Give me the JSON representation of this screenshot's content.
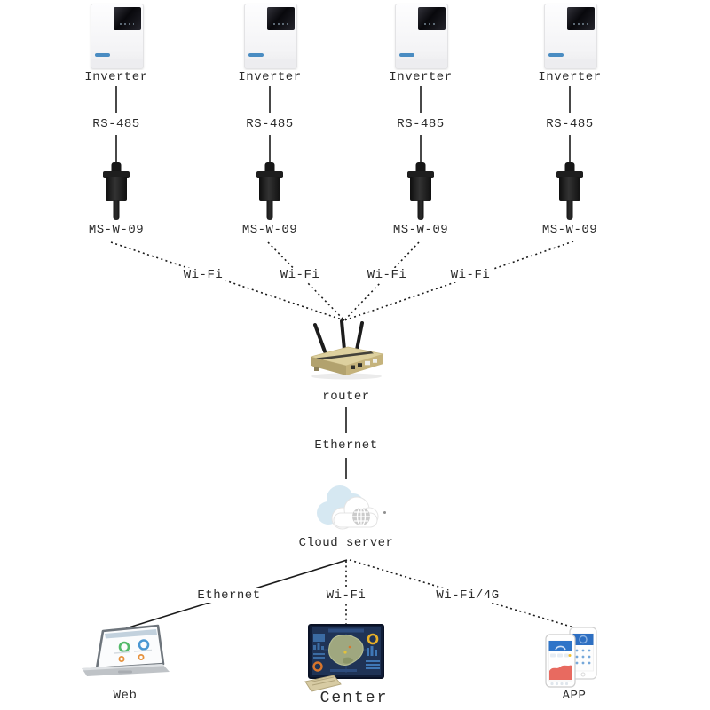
{
  "columns": [
    {
      "device": "Inverter",
      "bus": "RS-485",
      "adapter": "MS-W-09",
      "link": "Wi-Fi"
    },
    {
      "device": "Inverter",
      "bus": "RS-485",
      "adapter": "MS-W-09",
      "link": "Wi-Fi"
    },
    {
      "device": "Inverter",
      "bus": "RS-485",
      "adapter": "MS-W-09",
      "link": "Wi-Fi"
    },
    {
      "device": "Inverter",
      "bus": "RS-485",
      "adapter": "MS-W-09",
      "link": "Wi-Fi"
    }
  ],
  "hub": {
    "router_label": "router",
    "uplink_label": "Ethernet",
    "cloud_label": "Cloud server"
  },
  "clients": [
    {
      "link": "Ethernet",
      "label": "Web"
    },
    {
      "link": "Wi-Fi",
      "label": "Center"
    },
    {
      "link": "Wi-Fi/4G",
      "label": "APP"
    }
  ],
  "colors": {
    "line": "#1b1b1b",
    "router_gold": "#d8c994",
    "cloud_blue": "#d6e8f2",
    "center_navy": "#1f3356",
    "app_blue": "#2e74c8",
    "chart_red": "#e86a60",
    "map_green": "#9fa77f",
    "inverter_logo_blue": "#2d7ab8"
  }
}
